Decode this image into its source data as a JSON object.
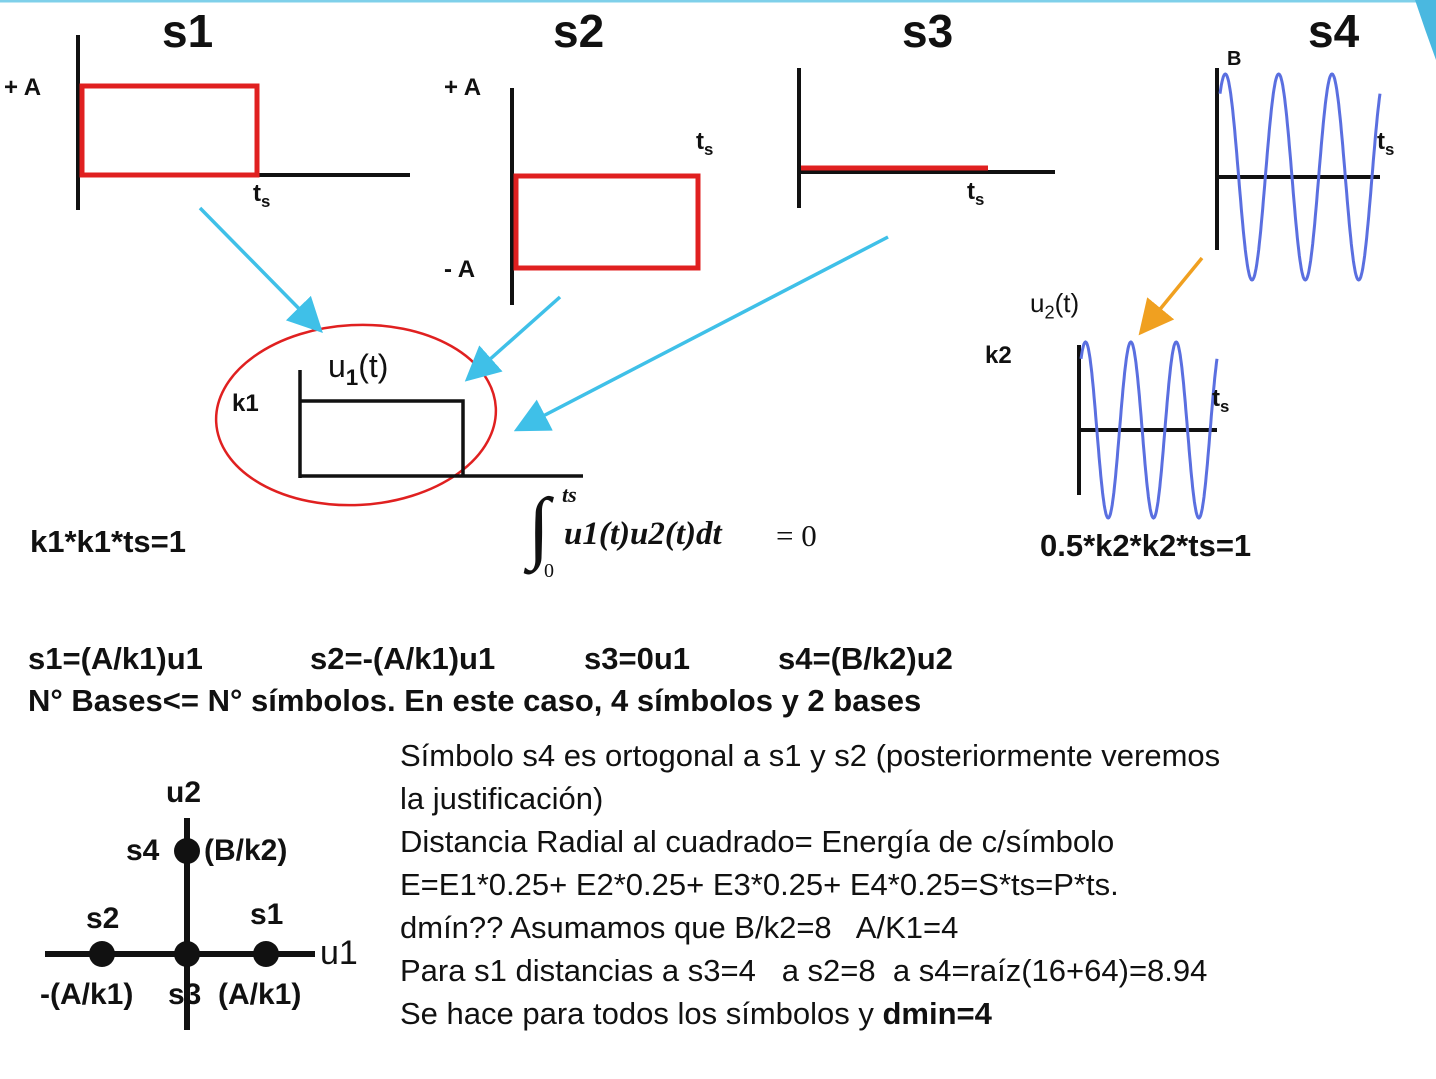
{
  "colors": {
    "axis": "#111111",
    "rect": "#e02020",
    "arrow": "#3fc0e8",
    "arrow_orange": "#f0a020",
    "sine": "#5a6fe0",
    "circle": "#e02020"
  },
  "signals": {
    "s1": {
      "title": "s1",
      "plus_a": "+ A",
      "ts_t": "t",
      "ts_s": "s"
    },
    "s2": {
      "title": "s2",
      "plus_a": "+ A",
      "minus_a": "- A",
      "ts_t": "t",
      "ts_s": "s"
    },
    "s3": {
      "title": "s3",
      "ts_t": "t",
      "ts_s": "s"
    },
    "s4": {
      "title": "s4",
      "b": "B",
      "ts_t": "t",
      "ts_s": "s"
    }
  },
  "basis1": {
    "label_u": "u",
    "label_sub": "1",
    "label_rest": "(t)",
    "k": "k1"
  },
  "basis2": {
    "label_u": "u",
    "label_sub": "2",
    "label_rest": "(t)",
    "k": "k2",
    "ts_t": "t",
    "ts_s": "s"
  },
  "equations": {
    "norm1": "k1*k1*ts=1",
    "norm2": "0.5*k2*k2*ts=1",
    "integral": {
      "upper": "ts",
      "lower": "0",
      "body": "u1(t)u2(t)dt",
      "rhs": "= 0"
    }
  },
  "expressions": [
    "s1=(A/k1)u1",
    "s2=-(A/k1)u1",
    "s3=0u1",
    "s4=(B/k2)u2"
  ],
  "bases_line": "N° Bases<= N° símbolos. En este caso, 4 símbolos y 2 bases",
  "constellation": {
    "u2": "u2",
    "u1": "u1",
    "s4": "s4",
    "s4_coord": "(B/k2)",
    "s2": "s2",
    "s1": "s1",
    "neg": "-(A/k1)",
    "s3": "s3",
    "pos": "(A/k1)"
  },
  "notes": [
    "Símbolo s4 es ortogonal a s1 y s2 (posteriormente veremos",
    "la justificación)",
    "Distancia Radial al cuadrado= Energía de c/símbolo",
    "E=E1*0.25+ E2*0.25+ E3*0.25+ E4*0.25=S*ts=P*ts.",
    "dmín?? Asumamos que B/k2=8   A/K1=4",
    "Para s1 distancias a s3=4   a s2=8  a s4=raíz(16+64)=8.94"
  ],
  "final_note": {
    "prefix": "Se hace para todos los símbolos y ",
    "bold": "dmin=4"
  }
}
